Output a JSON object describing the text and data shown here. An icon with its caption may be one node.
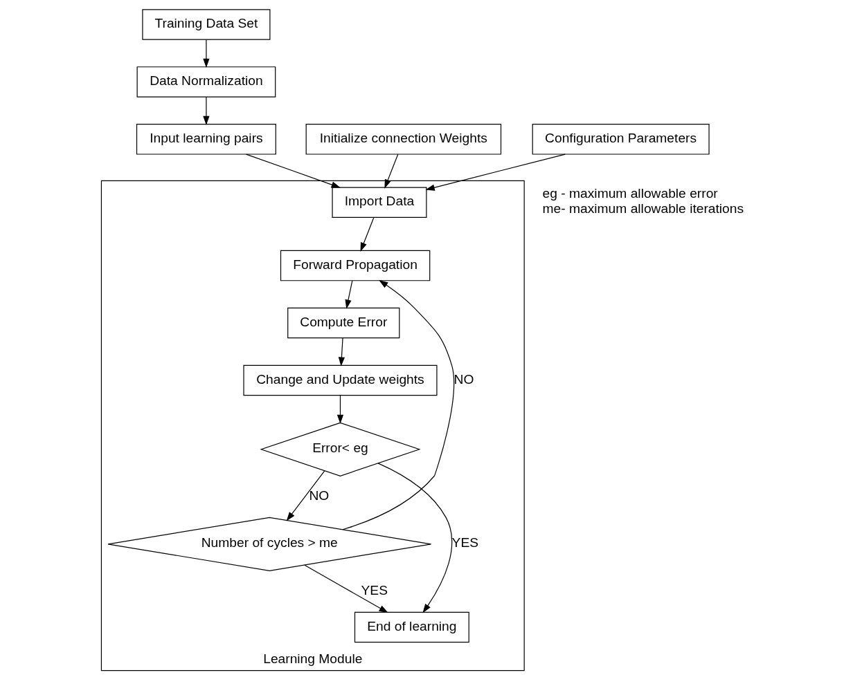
{
  "diagram": {
    "nodes": [
      {
        "text": [
          "Training Data Set"
        ]
      },
      {
        "text": [
          "Data Normalization"
        ]
      },
      {
        "text": [
          "Input learning pairs"
        ]
      },
      {
        "text": [
          "Initialize connection Weights"
        ]
      },
      {
        "text": [
          "Configuration Parameters"
        ]
      },
      {
        "text": [
          "Learning Module"
        ]
      },
      {
        "text": [
          "Import Data"
        ],
        "in": 5
      },
      {
        "text": [
          "Forward Propagation"
        ],
        "in": 5
      },
      {
        "text": [
          "Compute Error"
        ],
        "in": 5
      },
      {
        "text": [
          "Change and Update weights"
        ],
        "in": 5
      },
      {
        "text": [
          "Error< eg"
        ],
        "in": 5
      },
      {
        "text": [
          "Number of cycles > me"
        ],
        "in": 5
      },
      {
        "text": [
          "End of learning"
        ],
        "in": 5
      }
    ],
    "edges": [
      {
        "from": 0,
        "to": 1,
        "arrow": "to"
      },
      {
        "from": 1,
        "to": 2,
        "arrow": "to"
      },
      {
        "from": 2,
        "to": 6,
        "arrow": "to"
      },
      {
        "from": 3,
        "to": 6,
        "arrow": "to"
      },
      {
        "from": 4,
        "to": 6,
        "arrow": "to"
      },
      {
        "from": 6,
        "to": 7,
        "arrow": "to"
      },
      {
        "from": 7,
        "to": 8,
        "arrow": "to"
      },
      {
        "from": 8,
        "to": 9,
        "arrow": "to"
      },
      {
        "from": 9,
        "to": 10,
        "arrow": "to"
      },
      {
        "from": 10,
        "to": 11,
        "arrow": "to",
        "label": "NO"
      },
      {
        "from": 10,
        "to": 12,
        "arrow": "to",
        "label": "YES"
      },
      {
        "from": 11,
        "to": 12,
        "arrow": "to",
        "label": "YES"
      },
      {
        "from": 11,
        "to": 7,
        "arrow": "to",
        "label": "NO"
      }
    ],
    "labels": [
      "eg - maximum allowable error",
      "me- maximum allowable iterations"
    ]
  }
}
